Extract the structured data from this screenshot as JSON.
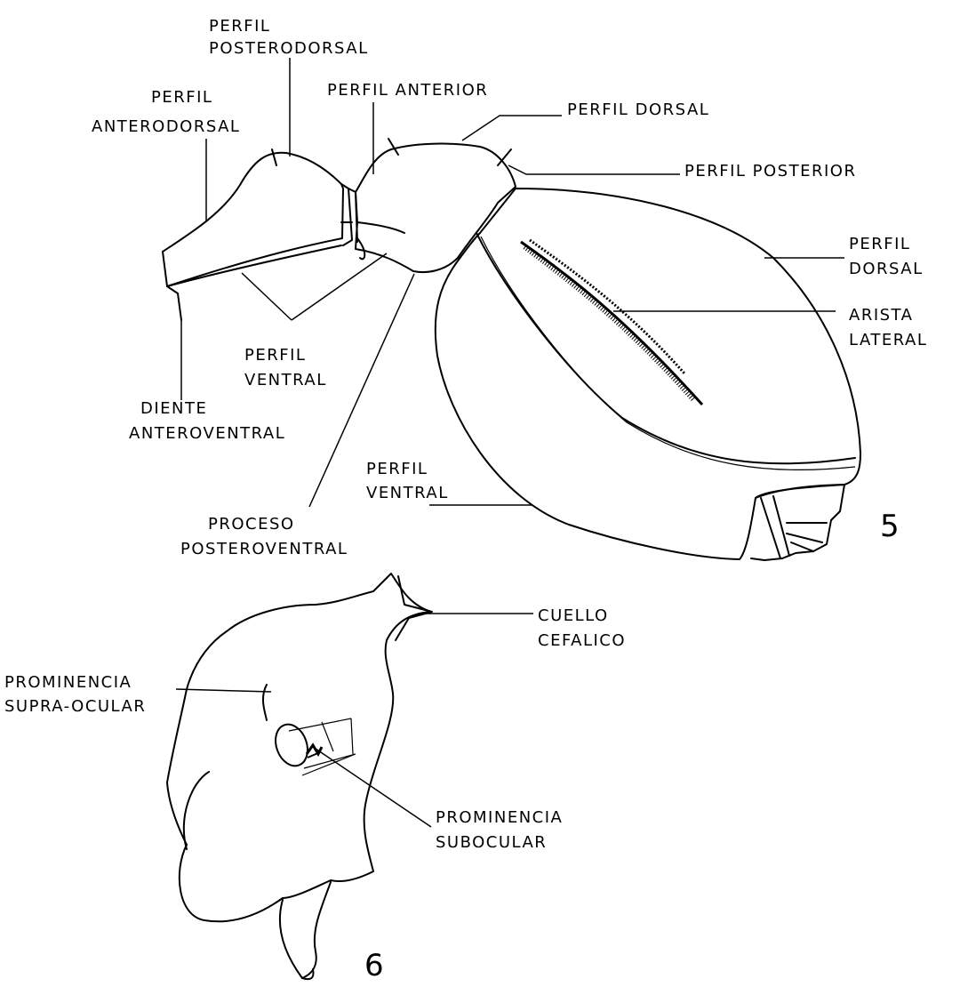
{
  "figure_5": {
    "number": "5",
    "labels": {
      "perfil_posterodorsal": [
        "PERFIL",
        "POSTERODORSAL"
      ],
      "perfil_anterodorsal": [
        "PERFIL",
        "ANTERODORSAL"
      ],
      "perfil_anterior": "PERFIL ANTERIOR",
      "perfil_dorsal_top": "PERFIL DORSAL",
      "perfil_posterior": "PERFIL POSTERIOR",
      "perfil_dorsal_right": [
        "PERFIL",
        "DORSAL"
      ],
      "arista_lateral": [
        "ARISTA",
        "LATERAL"
      ],
      "perfil_ventral_left": [
        "PERFIL",
        "VENTRAL"
      ],
      "diente_anteroventral": [
        "DIENTE",
        "ANTEROVENTRAL"
      ],
      "perfil_ventral_bottom": [
        "PERFIL",
        "VENTRAL"
      ],
      "proceso_posteroventral": [
        "PROCESO",
        "POSTEROVENTRAL"
      ]
    }
  },
  "figure_6": {
    "number": "6",
    "labels": {
      "cuello_cefalico": [
        "CUELLO",
        "CEFALICO"
      ],
      "prominencia_supra_ocular": [
        "PROMINENCIA",
        "SUPRA-OCULAR"
      ],
      "prominencia_subocular": [
        "PROMINENCIA",
        "SUBOCULAR"
      ]
    }
  }
}
